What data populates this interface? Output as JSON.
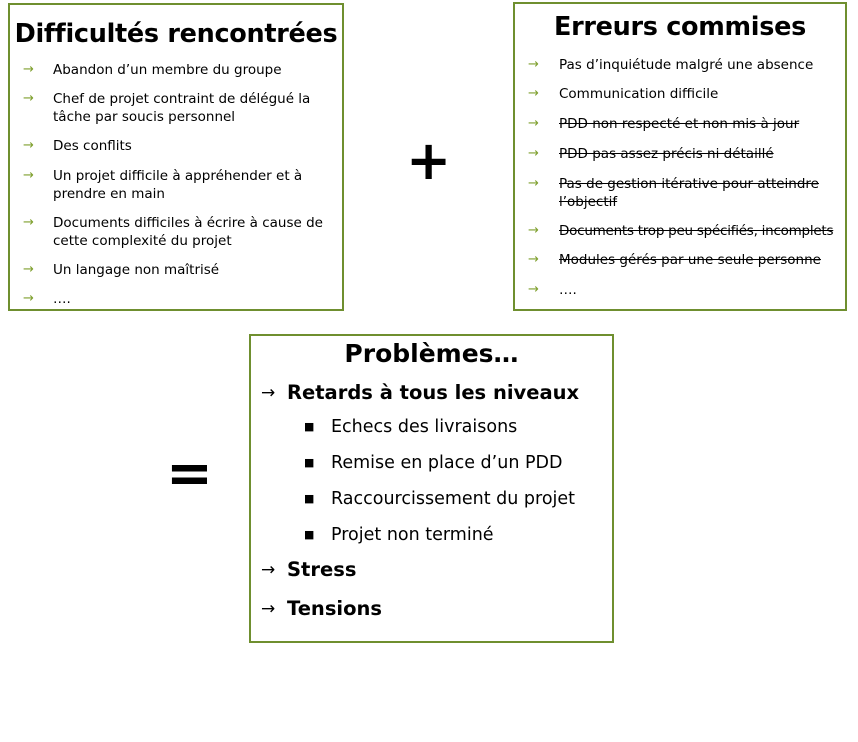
{
  "difficultes": {
    "title": "Difficultés rencontrées",
    "items": [
      "Abandon d’un membre du groupe",
      "Chef de projet contraint de délégué la tâche par soucis personnel",
      "Des conflits",
      "Un projet difficile à appréhender et à prendre en main",
      "Documents difficiles à écrire à cause de cette complexité du projet",
      "Un langage non maîtrisé",
      "…."
    ]
  },
  "erreurs": {
    "title": "Erreurs commises",
    "items": [
      {
        "text": "Pas d’inquiétude malgré une absence",
        "struck": false
      },
      {
        "text": "Communication difficile",
        "struck": false
      },
      {
        "text": "PDD non respecté et non mis à jour",
        "struck": true
      },
      {
        "text": "PDD pas assez précis ni détaillé",
        "struck": true
      },
      {
        "text": "Pas de gestion itérative pour atteindre l’objectif",
        "struck": true
      },
      {
        "text": "Documents trop peu spécifiés, incomplets",
        "struck": true
      },
      {
        "text": "Modules gérés par une seule personne",
        "struck": true
      },
      {
        "text": "….",
        "struck": false
      }
    ]
  },
  "operators": {
    "plus": "+",
    "equals": "="
  },
  "problemes": {
    "title": "Problèmes…",
    "item1": "Retards à tous les niveaux",
    "subitems": [
      "Echecs des livraisons",
      "Remise en place d’un PDD",
      "Raccourcissement du projet",
      "Projet non terminé"
    ],
    "item2": "Stress",
    "item3": "Tensions"
  },
  "colors": {
    "border": "#6f8f2f",
    "arrow": "#7fa02f"
  },
  "icons": {
    "list_arrow": "arrow-right-icon",
    "sub_bullet": "square-bullet-icon"
  }
}
